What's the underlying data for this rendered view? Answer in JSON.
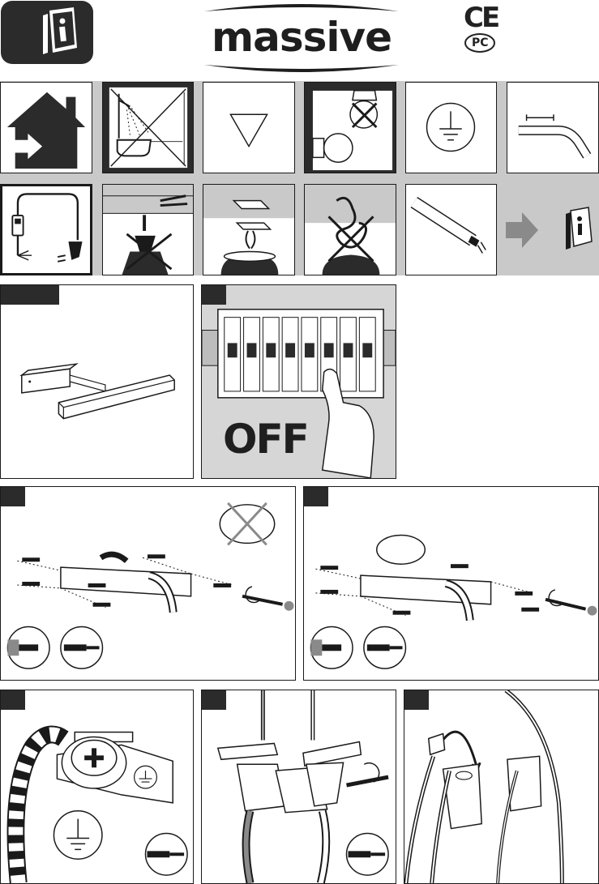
{
  "header": {
    "brand": "massive",
    "ce_mark": "CE",
    "pct_mark": "PC",
    "info_icon": "manual-info-icon"
  },
  "steps": {
    "off_label": "OFF"
  },
  "icons": [
    "indoor-use-icon",
    "bathroom-zone-forbidden-icon",
    "triangle-warning-icon",
    "bulb-not-touching-ceiling-icon",
    "earth-ground-icon",
    "cable-strip-length-icon",
    "cord-switch-plug-icon",
    "no-drilling-near-cables-icon",
    "ceiling-mount-icon",
    "no-tangled-wiring-icon",
    "fluorescent-tube-icon",
    "see-manual-icon"
  ],
  "colors": {
    "dark": "#2b2b2b",
    "grey": "#c9c9c9",
    "stroke": "#1a1a1a"
  }
}
